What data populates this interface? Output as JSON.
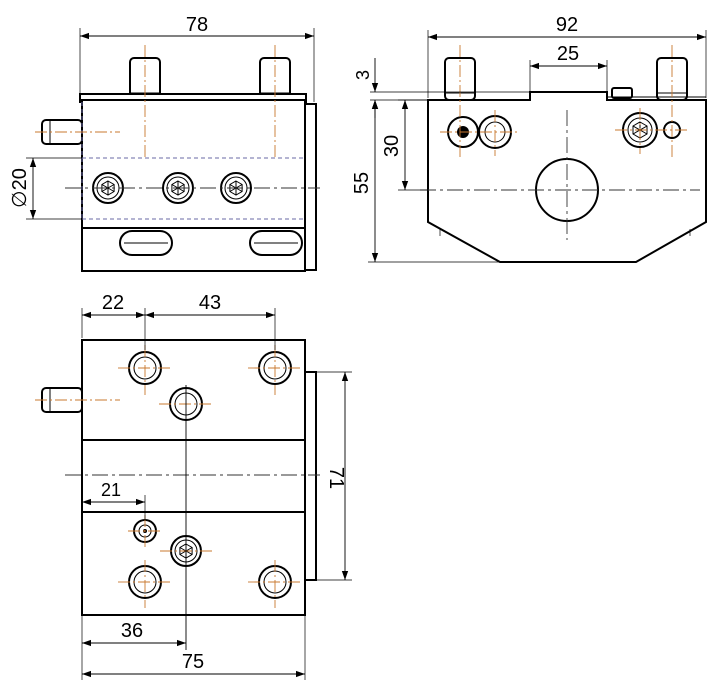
{
  "dimensions": {
    "front_width": "78",
    "side_width": "92",
    "side_slot": "25",
    "side_step": "3",
    "side_hole_height": "30",
    "side_height": "55",
    "front_diameter": "∅20",
    "top_spacing_left": "22",
    "top_spacing_mid": "43",
    "top_depth": "71",
    "top_offset": "21",
    "top_hole_pos": "36",
    "top_width": "75"
  },
  "colors": {
    "outline": "#000000",
    "centerline": "#c9782f",
    "hidden_line": "#6a6aa6"
  },
  "symbols": {
    "bolt_head": "hex-socket-icon",
    "counterbore": "counterbore-hole-icon"
  }
}
